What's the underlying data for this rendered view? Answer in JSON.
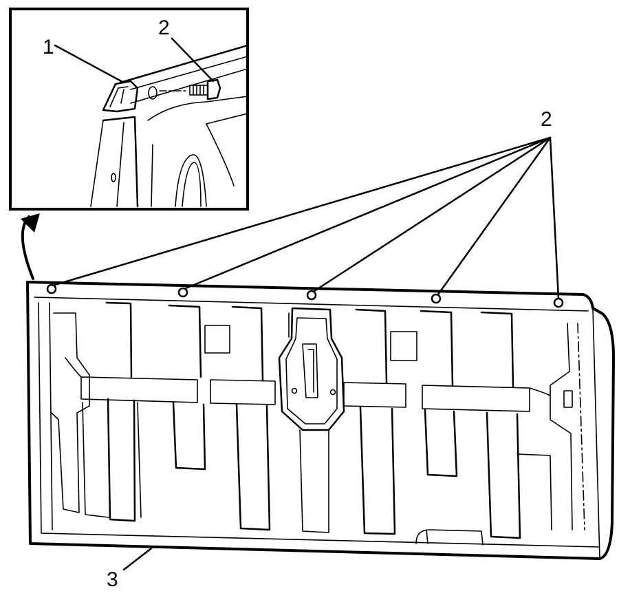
{
  "diagram": {
    "callouts": {
      "inset_retainer": "1",
      "inset_bolt": "2",
      "bolts": "2",
      "tailgate_panel": "3"
    },
    "bolt_count": 5,
    "colors": {
      "ink": "#000000",
      "paper": "#ffffff"
    }
  }
}
